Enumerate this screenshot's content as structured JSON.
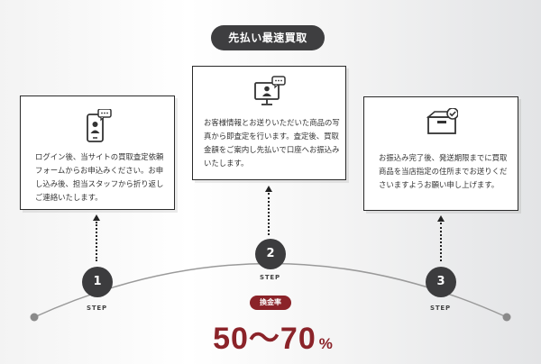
{
  "header": {
    "title": "先払い最速買取"
  },
  "steps": [
    {
      "number": "1",
      "label": "STEP",
      "icon": "smartphone-user-icon",
      "text": "ログイン後、当サイトの買取査定依頼フォームからお申込みください。お申し込み後、担当スタッフから折り返しご連絡いたします。"
    },
    {
      "number": "2",
      "label": "STEP",
      "icon": "monitor-user-icon",
      "text": "お客様情報とお送りいただいた商品の写真から即査定を行います。査定後、買取金額をご案内し先払いで口座へお振込みいたします。"
    },
    {
      "number": "3",
      "label": "STEP",
      "icon": "box-check-icon",
      "text": "お振込み完了後、発送期限までに買取商品を当店指定の住所までお送りくださいますようお願い申し上げます。"
    }
  ],
  "rate": {
    "badge": "換金率",
    "value": "50〜70",
    "unit": "%"
  },
  "colors": {
    "dark": "#3c3c3e",
    "accent": "#8b2329",
    "line": "#9a9a9a"
  }
}
